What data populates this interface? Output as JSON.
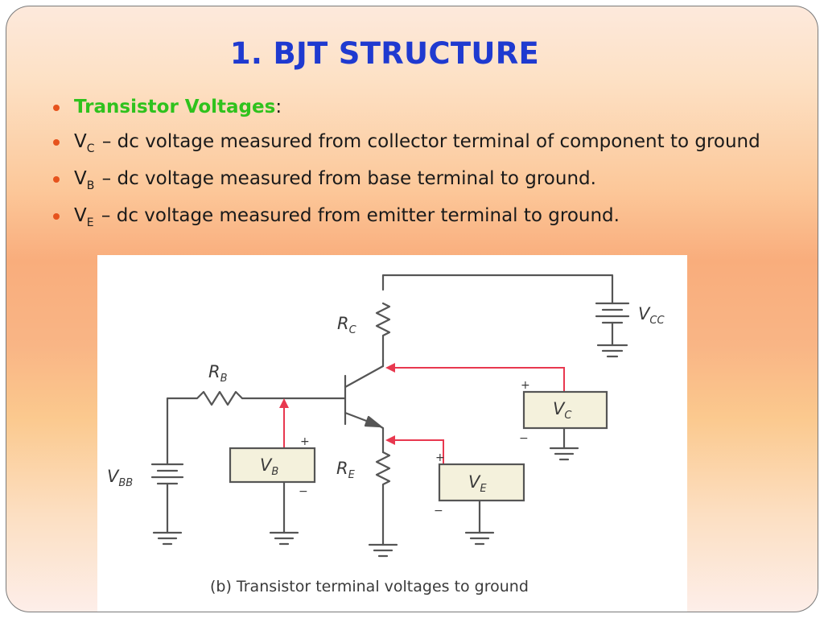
{
  "slide": {
    "title": "1. BJT STRUCTURE",
    "bullets": [
      {
        "heading": "Transistor Voltages",
        "suffix": ":"
      },
      {
        "symbol": "V",
        "subscript": "C",
        "text": " – dc voltage measured from collector terminal of component to ground"
      },
      {
        "symbol": "V",
        "subscript": "B",
        "text": " – dc voltage measured from base terminal to ground."
      },
      {
        "symbol": "V",
        "subscript": "E",
        "text": " – dc voltage measured from emitter terminal to ground."
      }
    ]
  },
  "diagram": {
    "labels": {
      "rc": {
        "main": "R",
        "sub": "C"
      },
      "rb": {
        "main": "R",
        "sub": "B"
      },
      "re": {
        "main": "R",
        "sub": "E"
      },
      "vcc": {
        "main": "V",
        "sub": "CC"
      },
      "vbb": {
        "main": "V",
        "sub": "BB"
      },
      "vb": {
        "main": "V",
        "sub": "B"
      },
      "vc": {
        "main": "V",
        "sub": "C"
      },
      "ve": {
        "main": "V",
        "sub": "E"
      }
    },
    "plus": "+",
    "minus": "−",
    "caption": "(b)  Transistor terminal voltages to ground",
    "colors": {
      "wire": "#555555",
      "probe": "#e8384f",
      "meter_fill": "#f4f1dc"
    }
  }
}
